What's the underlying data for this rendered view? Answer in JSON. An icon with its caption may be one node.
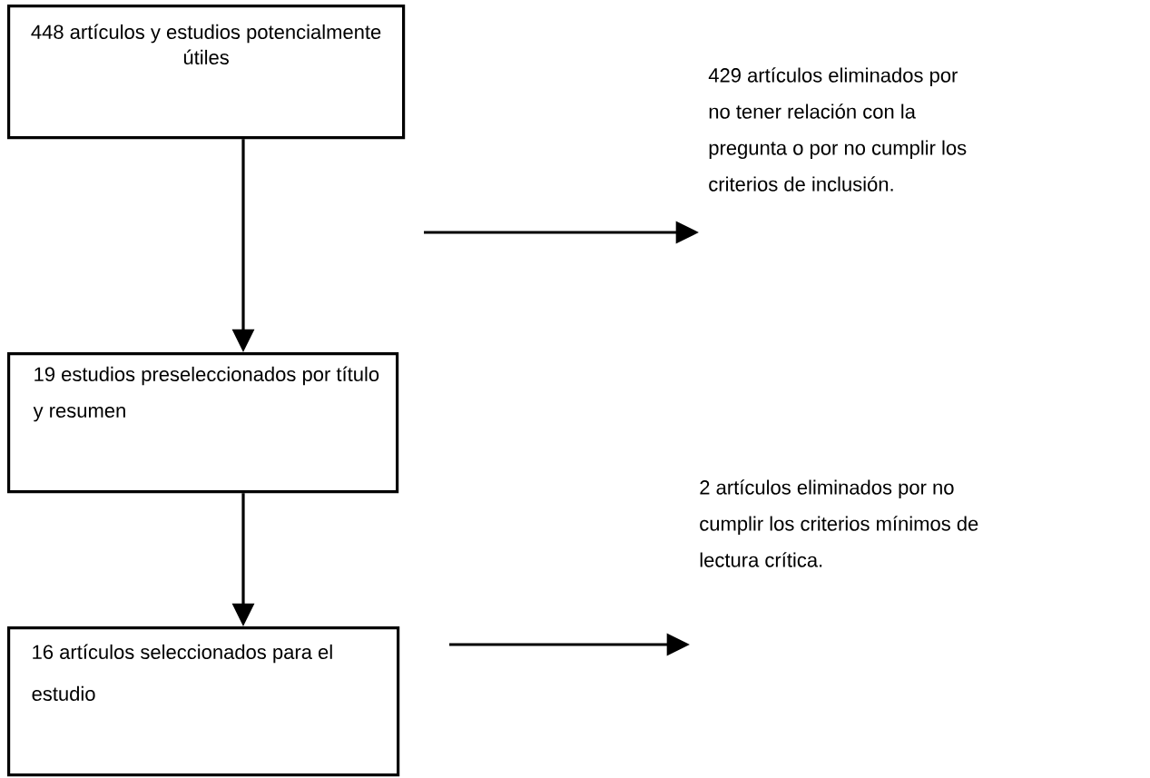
{
  "diagram": {
    "nodes": [
      {
        "text": [
          "448 artículos y estudios potencialmente útiles"
        ]
      },
      {
        "text": [
          "19 estudios preseleccionados por título y resumen"
        ]
      },
      {
        "text": [
          "16 artículos seleccionados para el estudio"
        ]
      },
      {
        "text": [
          "429 artículos eliminados por no tener relación con la pregunta o por no cumplir los criterios de inclusión."
        ]
      },
      {
        "text": [
          "2 artículos eliminados por no cumplir los criterios mínimos de lectura crítica."
        ]
      }
    ],
    "edges": [
      {
        "from": 0,
        "to": 1,
        "arrow": "to"
      },
      {
        "from": 1,
        "to": 2,
        "arrow": "to"
      },
      {
        "from": null,
        "to": 3,
        "arrow": "to"
      },
      {
        "from": null,
        "to": 4,
        "arrow": "to"
      }
    ]
  }
}
